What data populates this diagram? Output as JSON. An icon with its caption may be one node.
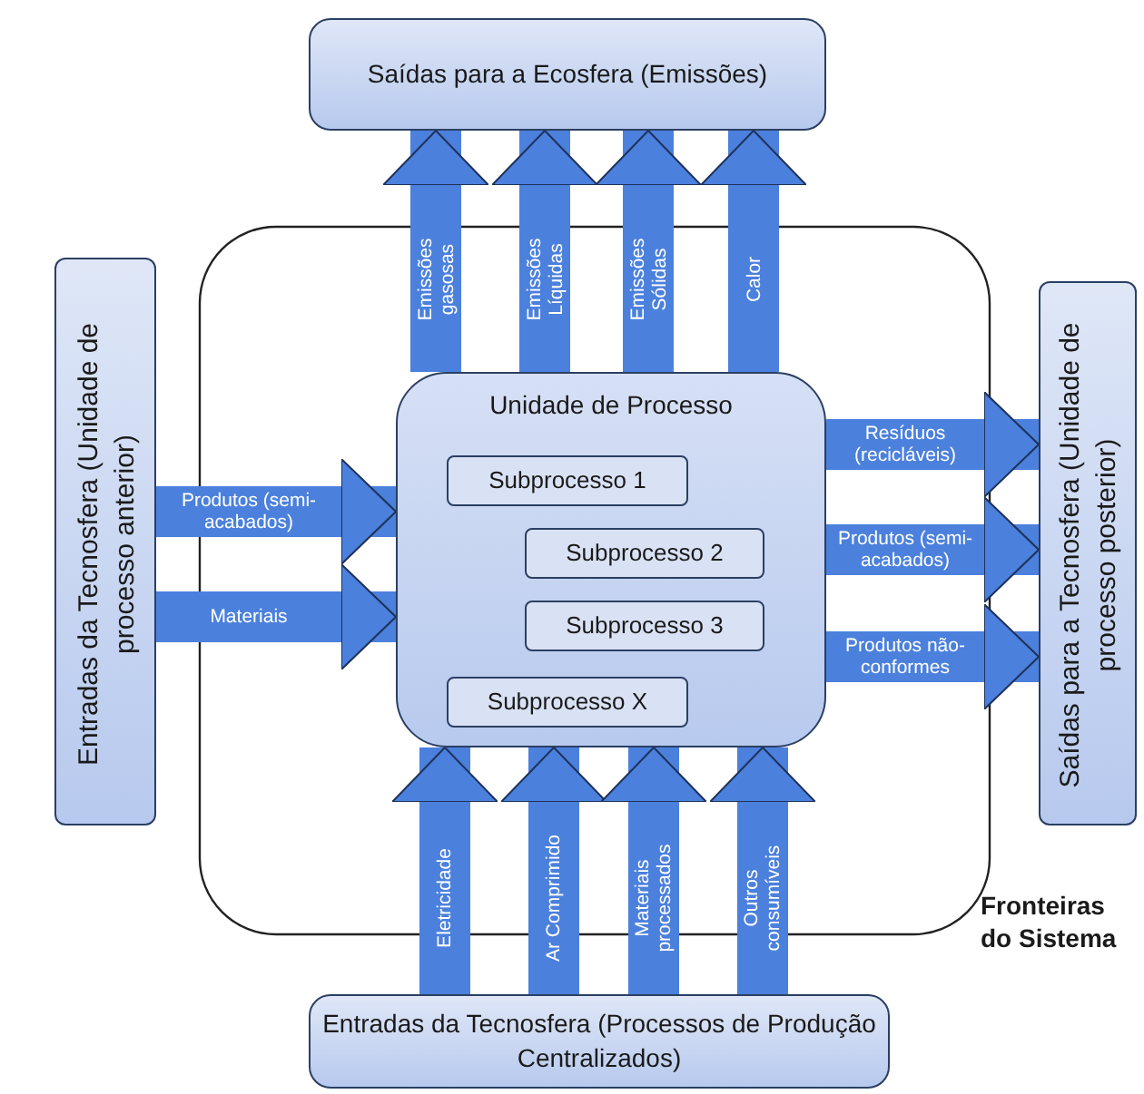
{
  "diagram": {
    "nodes": [
      {
        "text": [
          "Saídas para a Ecosfera (Emissões)"
        ]
      },
      {
        "text": [
          "Entradas da Tecnosfera (Unidade de processo anterior)"
        ]
      },
      {
        "text": [
          "Unidade de Processo"
        ]
      },
      {
        "text": [
          "Subprocesso 1"
        ],
        "in": 2
      },
      {
        "text": [
          "Subprocesso 2"
        ],
        "in": 2
      },
      {
        "text": [
          "Subprocesso 3"
        ],
        "in": 2
      },
      {
        "text": [
          "Subprocesso X"
        ],
        "in": 2
      },
      {
        "text": [
          "Saídas para a Tecnosfera (Unidade de processo posterior)"
        ]
      },
      {
        "text": [
          "Entradas da Tecnosfera (Processos de Produção Centralizados)"
        ]
      }
    ],
    "edges": [
      {
        "from": 2,
        "to": 0,
        "arrow": "to",
        "label": "Emissões gasosas"
      },
      {
        "from": 2,
        "to": 0,
        "arrow": "to",
        "label": "Emissões Líquidas"
      },
      {
        "from": 2,
        "to": 0,
        "arrow": "to",
        "label": "Emissões Sólidas"
      },
      {
        "from": 2,
        "to": 0,
        "arrow": "to",
        "label": "Calor"
      },
      {
        "from": 1,
        "to": 2,
        "arrow": "to",
        "label": "Produtos (semi-acabados)"
      },
      {
        "from": 1,
        "to": 2,
        "arrow": "to",
        "label": "Materiais"
      },
      {
        "from": 2,
        "to": 7,
        "arrow": "to",
        "label": "Resíduos (recicláveis)"
      },
      {
        "from": 2,
        "to": 7,
        "arrow": "to",
        "label": "Produtos (semi-acabados)"
      },
      {
        "from": 2,
        "to": 7,
        "arrow": "to",
        "label": "Produtos não-conformes"
      },
      {
        "from": 8,
        "to": 2,
        "arrow": "to",
        "label": "Eletricidade"
      },
      {
        "from": 8,
        "to": 2,
        "arrow": "to",
        "label": "Ar Comprimido"
      },
      {
        "from": 8,
        "to": 2,
        "arrow": "to",
        "label": "Materiais processados"
      },
      {
        "from": 8,
        "to": 2,
        "arrow": "to",
        "label": "Outros consumíveis"
      }
    ],
    "labels": [
      "Fronteiras do Sistema"
    ]
  }
}
